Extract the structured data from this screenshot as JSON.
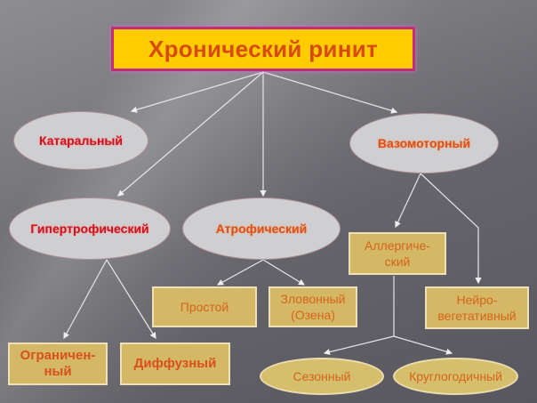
{
  "title": "Хронический ринит",
  "level1": {
    "catarrhal": "Катаральный",
    "vasomotor": "Вазомоторный",
    "hypertrophic": "Гипертрофический",
    "atrophic": "Атрофический"
  },
  "hypertrophic_children": {
    "limited_line1": "Ограничен-",
    "limited_line2": "ный",
    "diffuse": "Диффузный"
  },
  "atrophic_children": {
    "simple": "Простой",
    "fetid_line1": "Зловонный",
    "fetid_line2": "(Озена)"
  },
  "vasomotor_children": {
    "allergic_line1": "Аллергиче-",
    "allergic_line2": "ский",
    "neuro_line1": "Нейро-",
    "neuro_line2": "вегетативный"
  },
  "allergic_children": {
    "seasonal": "Сезонный",
    "perennial": "Круглогодичный"
  },
  "colors": {
    "title_fill": "#ffcc00",
    "title_border": "#c0307a",
    "title_text": "#d84a10",
    "ellipse_fill": "#cfcfd1",
    "box_fill": "#d4b865",
    "box_text": "#d4651a",
    "red_text": "#c8141e",
    "line": "#e8e8ec"
  }
}
